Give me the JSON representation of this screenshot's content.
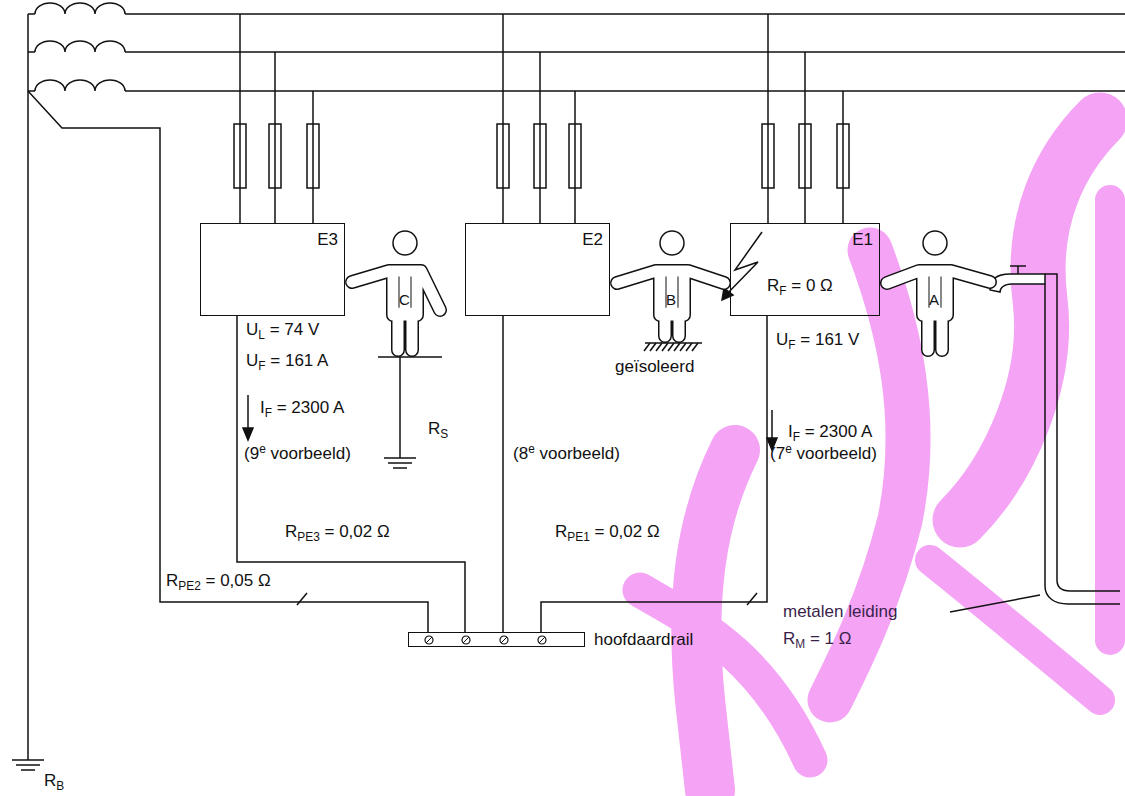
{
  "diagram": {
    "nodes": [
      {
        "text": [
          "E3"
        ]
      },
      {
        "text": [
          "E2"
        ]
      },
      {
        "text": [
          "E1",
          "RF = 0 Ω"
        ]
      },
      {
        "text": [
          "hoofdaardrail"
        ]
      }
    ],
    "edges": [
      {
        "from": 0,
        "to": 3,
        "arrow": "none"
      },
      {
        "from": 1,
        "to": 3,
        "arrow": "none"
      },
      {
        "from": 2,
        "to": 3,
        "arrow": "none"
      }
    ],
    "labels": [
      "UL = 74 V",
      "UF = 161 A",
      "IF = 2300 A",
      "(9e voorbeeld)",
      "RS",
      "C",
      "B",
      "geïsoleerd",
      "A",
      "UF = 161 V",
      "IF = 2300 A",
      "(8e voorbeeld)",
      "(7e voorbeeld)",
      "RPE3 = 0,02 Ω",
      "RPE1 = 0,02 Ω",
      "RPE2 = 0,05 Ω",
      "metalen leiding",
      "RM = 1 Ω",
      "RB"
    ]
  }
}
